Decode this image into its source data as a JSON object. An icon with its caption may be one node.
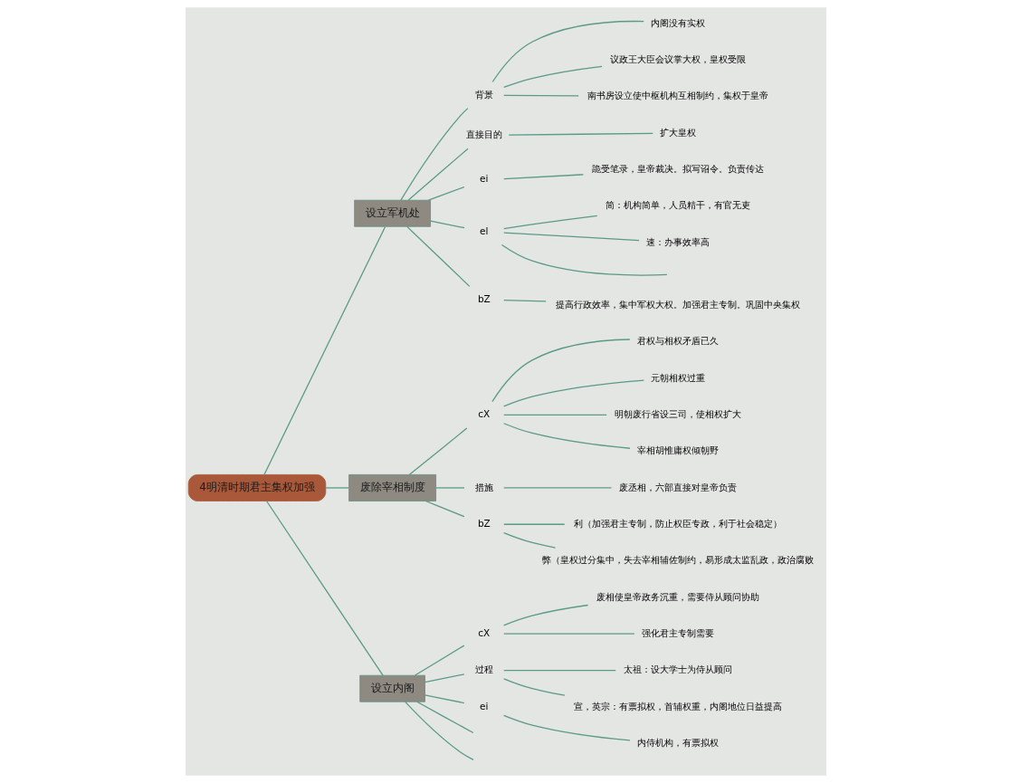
{
  "diagram": {
    "nodes": [
      {
        "text": [
          "4明清时期君主集权加强"
        ]
      },
      {
        "text": [
          "设立军机处"
        ]
      },
      {
        "text": [
          "背景"
        ]
      },
      {
        "text": [
          "内阁没有实权"
        ]
      },
      {
        "text": [
          "议政王大臣会议掌大权，皇权受限"
        ]
      },
      {
        "text": [
          "南书房设立使中枢机构互相制约，集权于皇帝"
        ]
      },
      {
        "text": [
          "直接目的"
        ]
      },
      {
        "text": [
          "扩大皇权"
        ]
      },
      {
        "text": [
          "ei"
        ]
      },
      {
        "text": [
          "跪受笔录，皇帝裁决。拟写诏令。负责传达"
        ]
      },
      {
        "text": [
          "el"
        ]
      },
      {
        "text": [
          "简：机构简单，人员精干，有官无吏"
        ]
      },
      {
        "text": [
          "速：办事效率高"
        ]
      },
      {
        "text": [
          "bZ"
        ]
      },
      {
        "text": [
          "提高行政效率，集中军权大权。加强君主专制。巩固中央集权"
        ]
      },
      {
        "text": [
          "废除宰相制度"
        ]
      },
      {
        "text": [
          "cX"
        ]
      },
      {
        "text": [
          "君权与相权矛盾已久"
        ]
      },
      {
        "text": [
          "元朝相权过重"
        ]
      },
      {
        "text": [
          "明朝废行省设三司，使相权扩大"
        ]
      },
      {
        "text": [
          "宰相胡惟庸权倾朝野"
        ]
      },
      {
        "text": [
          "措施"
        ]
      },
      {
        "text": [
          "废丞相，六部直接对皇帝负责"
        ]
      },
      {
        "text": [
          "bZ"
        ]
      },
      {
        "text": [
          "利（加强君主专制，防止权臣专政，利于社会稳定）"
        ]
      },
      {
        "text": [
          "弊（皇权过分集中，失去宰相辅佐制约，易形成太监乱政，政治腐败"
        ]
      },
      {
        "text": [
          "设立内阁"
        ]
      },
      {
        "text": [
          "cX"
        ]
      },
      {
        "text": [
          "废相使皇帝政务沉重，需要侍从顾问协助"
        ]
      },
      {
        "text": [
          "强化君主专制需要"
        ]
      },
      {
        "text": [
          "过程"
        ]
      },
      {
        "text": [
          "太祖：设大学士为侍从顾问"
        ]
      },
      {
        "text": [
          "宣，英宗：有票拟权，首辅权重，内阁地位日益提高"
        ]
      },
      {
        "text": [
          "ei"
        ]
      },
      {
        "text": [
          "内侍机构，有票拟权"
        ]
      }
    ],
    "edges": [
      {
        "from": 0,
        "to": 1,
        "arrow": "none"
      },
      {
        "from": 1,
        "to": 2,
        "arrow": "none"
      },
      {
        "from": 2,
        "to": 3,
        "arrow": "none"
      },
      {
        "from": 2,
        "to": 4,
        "arrow": "none"
      },
      {
        "from": 2,
        "to": 5,
        "arrow": "none"
      },
      {
        "from": 1,
        "to": 6,
        "arrow": "none"
      },
      {
        "from": 6,
        "to": 7,
        "arrow": "none"
      },
      {
        "from": 1,
        "to": 8,
        "arrow": "none"
      },
      {
        "from": 8,
        "to": 9,
        "arrow": "none"
      },
      {
        "from": 1,
        "to": 10,
        "arrow": "none"
      },
      {
        "from": 10,
        "to": 11,
        "arrow": "none"
      },
      {
        "from": 10,
        "to": 12,
        "arrow": "none"
      },
      {
        "from": 10,
        "to": null,
        "arrow": "none"
      },
      {
        "from": 1,
        "to": 13,
        "arrow": "none"
      },
      {
        "from": 13,
        "to": 14,
        "arrow": "none"
      },
      {
        "from": 0,
        "to": 15,
        "arrow": "none"
      },
      {
        "from": 15,
        "to": 16,
        "arrow": "none"
      },
      {
        "from": 16,
        "to": 17,
        "arrow": "none"
      },
      {
        "from": 16,
        "to": 18,
        "arrow": "none"
      },
      {
        "from": 16,
        "to": 19,
        "arrow": "none"
      },
      {
        "from": 16,
        "to": 20,
        "arrow": "none"
      },
      {
        "from": 15,
        "to": 21,
        "arrow": "none"
      },
      {
        "from": 21,
        "to": 22,
        "arrow": "none"
      },
      {
        "from": 15,
        "to": 23,
        "arrow": "none"
      },
      {
        "from": 23,
        "to": 24,
        "arrow": "none"
      },
      {
        "from": 23,
        "to": 25,
        "arrow": "none"
      },
      {
        "from": 0,
        "to": 26,
        "arrow": "none"
      },
      {
        "from": 26,
        "to": 27,
        "arrow": "none"
      },
      {
        "from": 27,
        "to": 28,
        "arrow": "none"
      },
      {
        "from": 27,
        "to": 29,
        "arrow": "none"
      },
      {
        "from": 26,
        "to": 30,
        "arrow": "none"
      },
      {
        "from": 30,
        "to": 31,
        "arrow": "none"
      },
      {
        "from": 30,
        "to": 32,
        "arrow": "none"
      },
      {
        "from": 26,
        "to": 33,
        "arrow": "none"
      },
      {
        "from": 33,
        "to": 34,
        "arrow": "none"
      },
      {
        "from": 26,
        "to": null,
        "arrow": "none"
      },
      {
        "from": 26,
        "to": null,
        "arrow": "none"
      }
    ]
  }
}
